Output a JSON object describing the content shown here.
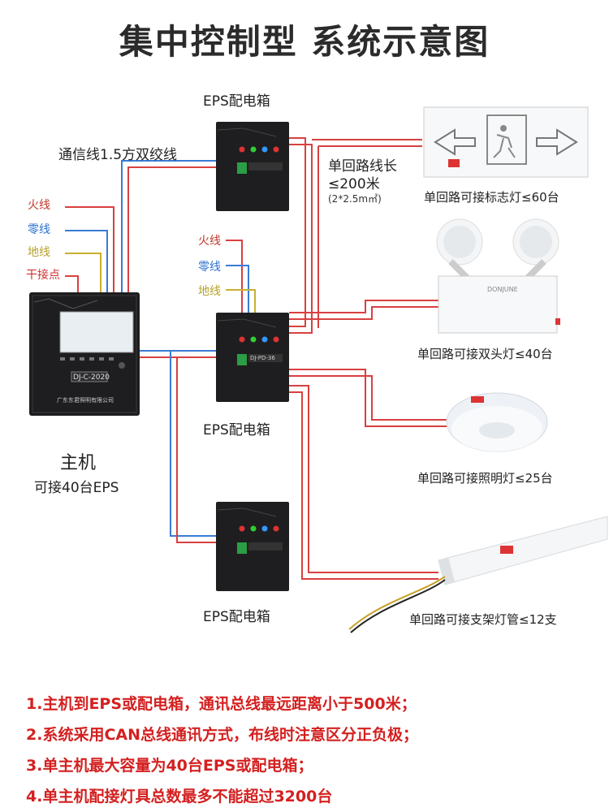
{
  "title": "集中控制型 系统示意图",
  "labels": {
    "eps_top": "EPS配电箱",
    "eps_mid": "EPS配电箱",
    "eps_bottom": "EPS配电箱",
    "comm_line": "通信线1.5方双绞线",
    "host": "主机",
    "host_sub": "可接40台EPS",
    "host_panel_model": "DJ-C-2020",
    "host_panel_company": "广东东君照明有限公司",
    "eps_panel_model": "DJ-PD-36",
    "line_length": "单回路线长",
    "line_length_limit": "≤200米",
    "line_spec": "(2*2.5m㎡)",
    "double_lamp_brand": "DONJUNE"
  },
  "wires_left": {
    "fire": "火线",
    "zero": "零线",
    "ground": "地线",
    "dry": "干接点"
  },
  "wires_mid": {
    "fire": "火线",
    "zero": "零线",
    "ground": "地线"
  },
  "lamps": [
    {
      "caption": "单回路可接标志灯≤60台"
    },
    {
      "caption": "单回路可接双头灯≤40台"
    },
    {
      "caption": "单回路可接照明灯≤25台"
    },
    {
      "caption": "单回路可接支架灯管≤12支"
    }
  ],
  "notes": [
    "1.主机到EPS或配电箱，通讯总线最远距离小于500米；",
    "2.系统采用CAN总线通讯方式，布线时注意区分正负极；",
    "3.单主机最大容量为40台EPS或配电箱；",
    "4.单主机配接灯具总数最多不能超过3200台"
  ],
  "colors": {
    "red_wire": "#d94040",
    "blue_wire": "#3a7bd5",
    "box": "#1e1e20",
    "note": "#d42020"
  }
}
